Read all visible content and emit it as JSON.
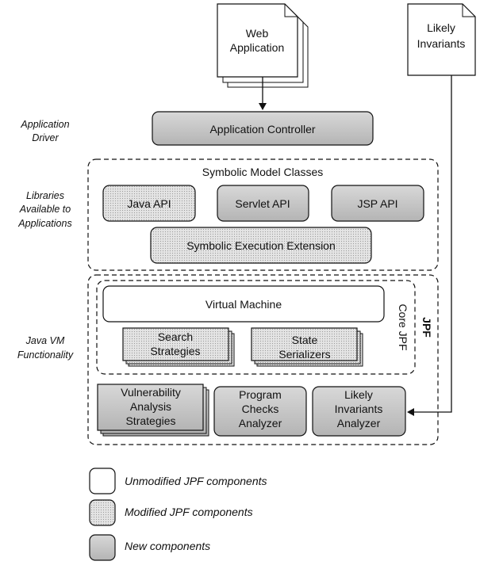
{
  "documents": {
    "web_application": [
      "Web",
      "Application"
    ],
    "likely_invariants": [
      "Likely",
      "Invariants"
    ]
  },
  "side_labels": {
    "application_driver": [
      "Application",
      "Driver"
    ],
    "libraries": [
      "Libraries",
      "Available to",
      "Applications"
    ],
    "java_vm": [
      "Java VM",
      "Functionality"
    ]
  },
  "components": {
    "application_controller": "Application Controller",
    "symbolic_model_classes": "Symbolic Model Classes",
    "java_api": "Java API",
    "servlet_api": "Servlet API",
    "jsp_api": "JSP API",
    "symbolic_execution_extension": "Symbolic Execution Extension",
    "virtual_machine": "Virtual Machine",
    "search_strategies": [
      "Search",
      "Strategies"
    ],
    "state_serializers": [
      "State",
      "Serializers"
    ],
    "core_jpf": "Core JPF",
    "jpf": "JPF",
    "vulnerability_analysis_strategies": [
      "Vulnerability",
      "Analysis",
      "Strategies"
    ],
    "program_checks_analyzer": [
      "Program",
      "Checks",
      "Analyzer"
    ],
    "likely_invariants_analyzer": [
      "Likely",
      "Invariants",
      "Analyzer"
    ]
  },
  "legend": {
    "unmodified": "Unmodified JPF components",
    "modified": "Modified JPF components",
    "new": "New components"
  },
  "colors": {
    "unmodified_fill": "#ffffff",
    "modified_fill": "#e2e2e2",
    "new_fill": "#c4c4c4",
    "stroke": "#111111"
  }
}
